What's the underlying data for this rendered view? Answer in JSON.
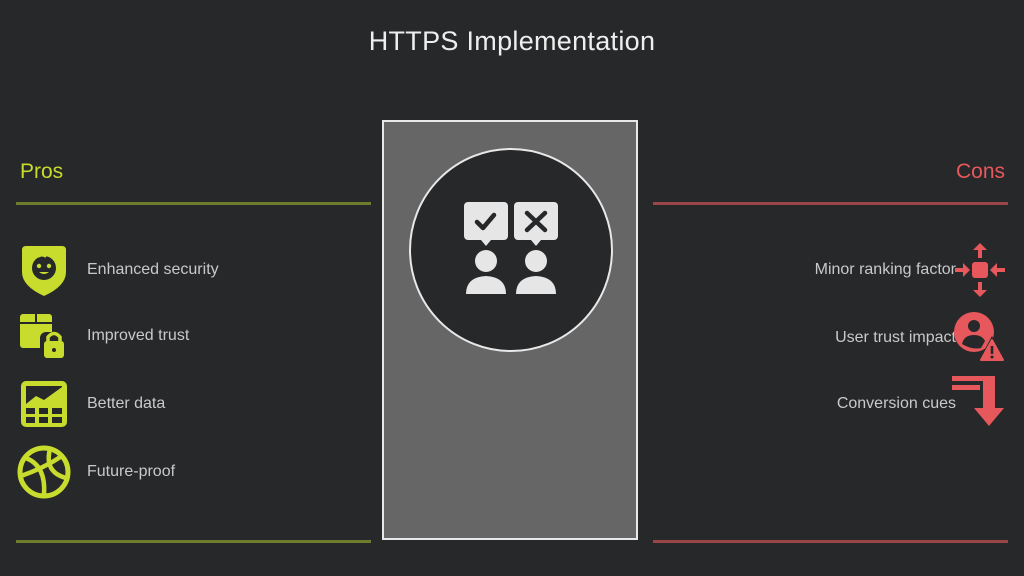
{
  "title": "HTTPS Implementation",
  "colors": {
    "background": "#27282a",
    "pros_accent": "#c7dc2c",
    "pros_rule": "#6f7c2e",
    "cons_accent": "#e6585c",
    "cons_rule": "#9a4547",
    "text": "#c9c9c9",
    "panel": "#666666"
  },
  "pros": {
    "heading": "Pros",
    "items": [
      {
        "label": "Enhanced security",
        "icon": "shield-face-icon"
      },
      {
        "label": "Improved trust",
        "icon": "package-lock-icon"
      },
      {
        "label": "Better data",
        "icon": "chart-table-icon"
      },
      {
        "label": "Future-proof",
        "icon": "basketball-globe-icon"
      }
    ]
  },
  "cons": {
    "heading": "Cons",
    "items": [
      {
        "label": "Minor ranking factor",
        "icon": "converge-arrows-icon"
      },
      {
        "label": "User trust impact",
        "icon": "user-warning-icon"
      },
      {
        "label": "Conversion cues",
        "icon": "turn-down-arrow-icon"
      }
    ]
  },
  "center": {
    "icon": "approve-reject-people-icon"
  }
}
